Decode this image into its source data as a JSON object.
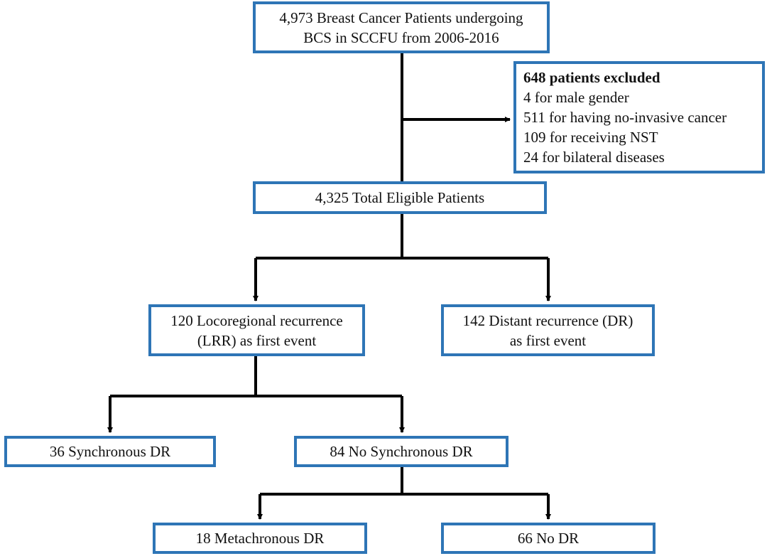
{
  "nodes": {
    "source": {
      "lines": [
        "4,973 Breast Cancer Patients undergoing",
        "BCS in SCCFU from 2006-2016"
      ]
    },
    "excluded": {
      "heading": "648 patients excluded",
      "reasons": [
        "4 for male gender",
        "511 for having no-invasive cancer",
        "109 for receiving NST",
        "24 for bilateral diseases"
      ]
    },
    "eligible": {
      "lines": [
        "4,325 Total Eligible Patients"
      ]
    },
    "lrr": {
      "lines": [
        "120 Locoregional recurrence",
        "(LRR) as first event"
      ]
    },
    "dr": {
      "lines": [
        "142 Distant recurrence (DR)",
        "as first event"
      ]
    },
    "sync": {
      "lines": [
        "36 Synchronous DR"
      ]
    },
    "nosync": {
      "lines": [
        "84 No Synchronous DR"
      ]
    },
    "metachronous": {
      "lines": [
        "18 Metachronous DR"
      ]
    },
    "nodr": {
      "lines": [
        "66 No DR"
      ]
    }
  },
  "colors": {
    "box_border": "#2e75b6",
    "connector": "#000000",
    "text": "#111111"
  }
}
